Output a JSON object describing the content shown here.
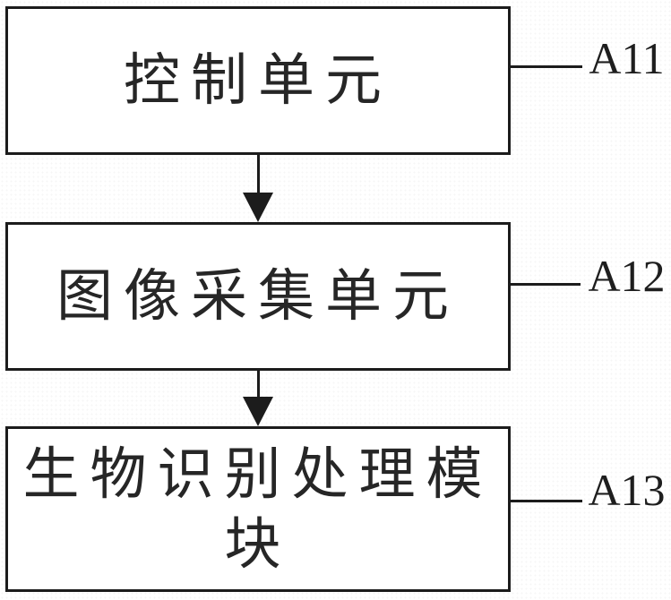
{
  "diagram": {
    "title": "biometric-device-block-diagram",
    "boxes": [
      {
        "id": "control-unit",
        "label": "控制单元",
        "ref": "A11"
      },
      {
        "id": "image-acquisition-unit",
        "label": "图像采集单元",
        "ref": "A12"
      },
      {
        "id": "biometric-processing-module",
        "label": "生物识别处理模块",
        "ref": "A13"
      }
    ],
    "connections": [
      {
        "from": "control-unit",
        "to": "image-acquisition-unit",
        "type": "arrow-down"
      },
      {
        "from": "image-acquisition-unit",
        "to": "biometric-processing-module",
        "type": "arrow-down"
      }
    ],
    "colors": {
      "line": "#1c1c1c",
      "text": "#262626",
      "background": "#ffffff"
    }
  }
}
